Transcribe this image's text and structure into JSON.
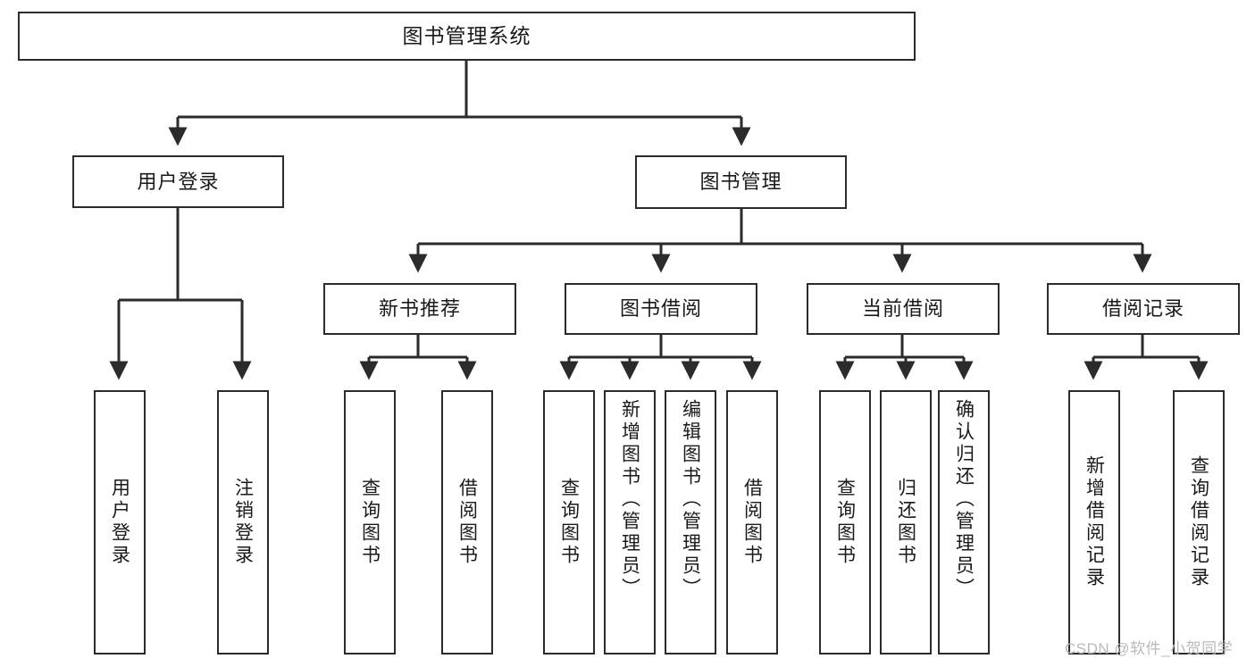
{
  "diagram": {
    "title": "图书管理系统",
    "watermark": "CSDN @软件_小贺同学",
    "colors": {
      "stroke": "#2b2b2b",
      "fill": "#ffffff",
      "text": "#1a1a1a",
      "watermark": "#b9b9b9"
    },
    "root": {
      "label": "图书管理系统"
    },
    "level2": [
      {
        "label": "用户登录"
      },
      {
        "label": "图书管理"
      }
    ],
    "level3": [
      {
        "label": "新书推荐"
      },
      {
        "label": "图书借阅"
      },
      {
        "label": "当前借阅"
      },
      {
        "label": "借阅记录"
      }
    ],
    "leaves_user_login": [
      {
        "label": "用户登录"
      },
      {
        "label": "注销登录"
      }
    ],
    "leaves_new_book": [
      {
        "label": "查询图书"
      },
      {
        "label": "借阅图书"
      }
    ],
    "leaves_borrow": [
      {
        "label": "查询图书"
      },
      {
        "label": "新增图书（管理员）"
      },
      {
        "label": "编辑图书（管理员）"
      },
      {
        "label": "借阅图书"
      }
    ],
    "leaves_current": [
      {
        "label": "查询图书"
      },
      {
        "label": "归还图书"
      },
      {
        "label": "确认归还（管理员）"
      }
    ],
    "leaves_record": [
      {
        "label": "新增借阅记录"
      },
      {
        "label": "查询借阅记录"
      }
    ]
  }
}
